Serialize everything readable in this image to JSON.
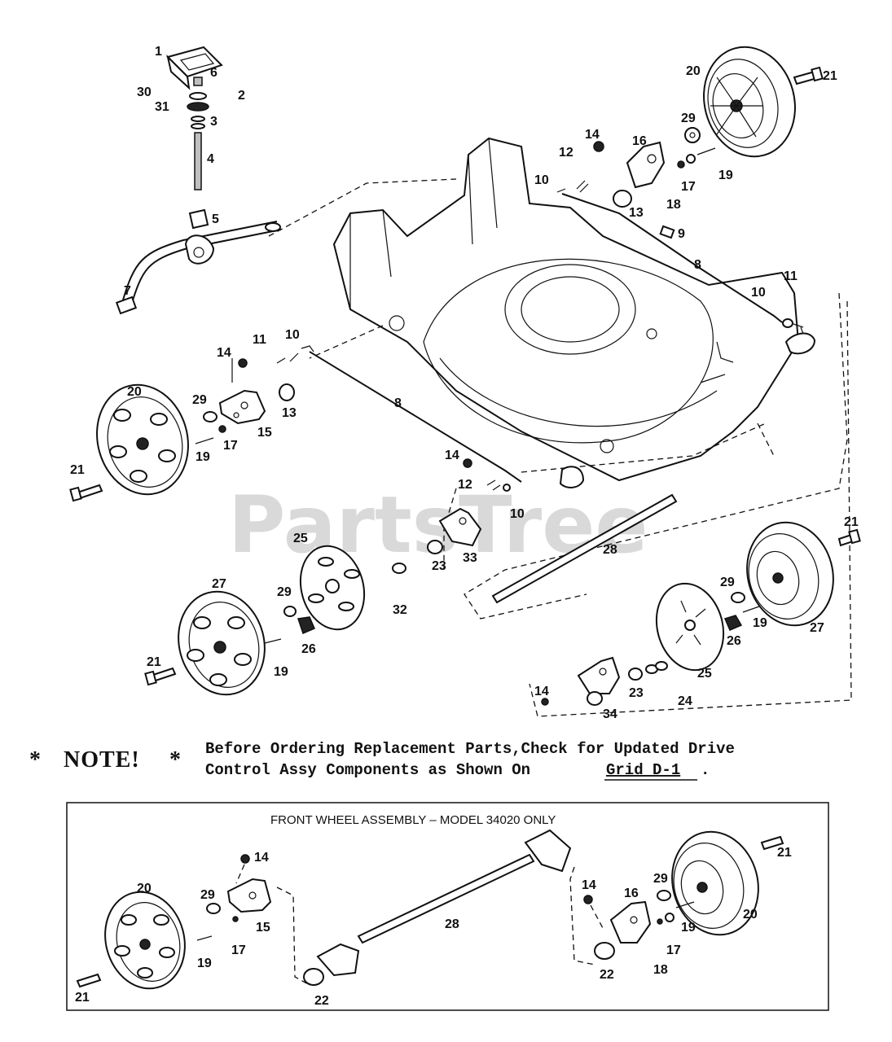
{
  "watermark": "PartsTree",
  "note": {
    "left_star": "*",
    "heading": "NOTE!",
    "right_star": "*",
    "line1": "Before Ordering Replacement Parts,Check for Updated Drive",
    "line2_prefix": "Control Assy Components as Shown On",
    "line2_link": "Grid D-1",
    "line2_suffix": "."
  },
  "inset": {
    "title": "FRONT WHEEL ASSEMBLY – MODEL 34020 ONLY"
  },
  "callouts": {
    "main": [
      "1",
      "6",
      "2",
      "30",
      "31",
      "3",
      "4",
      "5",
      "7",
      "20",
      "21",
      "29",
      "14",
      "16",
      "12",
      "10",
      "13",
      "18",
      "17",
      "19",
      "9",
      "8",
      "11",
      "10",
      "14",
      "11",
      "10",
      "20",
      "29",
      "15",
      "13",
      "8",
      "21",
      "19",
      "17",
      "14",
      "12",
      "10",
      "25",
      "23",
      "33",
      "28",
      "21",
      "27",
      "29",
      "26",
      "19",
      "32",
      "29",
      "26",
      "19",
      "27",
      "21",
      "25",
      "24",
      "23",
      "14",
      "34"
    ],
    "inset": [
      "14",
      "21",
      "20",
      "29",
      "15",
      "17",
      "19",
      "21",
      "28",
      "22",
      "14",
      "16",
      "29",
      "21",
      "20",
      "19",
      "17",
      "18",
      "22"
    ]
  },
  "colors": {
    "ink": "#111111",
    "watermark": "#d9d9d9",
    "paper": "#ffffff"
  }
}
